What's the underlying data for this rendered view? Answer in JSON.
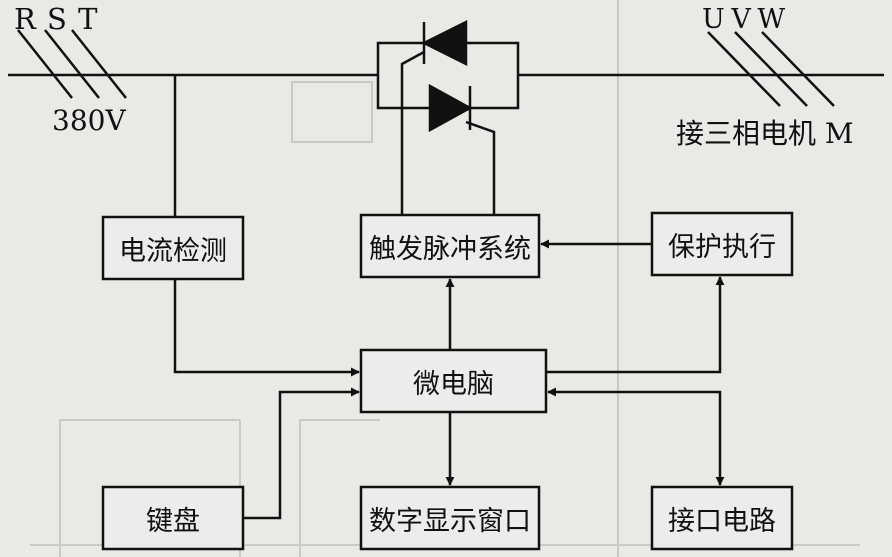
{
  "labels": {
    "input_phases": "R S T",
    "input_voltage": "380V",
    "output_phases": "U V W",
    "output_note": "接三相电机 M"
  },
  "blocks": {
    "current_detect": "电流检测",
    "trigger_pulse": "触发脉冲系统",
    "protection": "保护执行",
    "microcomputer": "微电脑",
    "keyboard": "键盘",
    "display": "数字显示窗口",
    "interface": "接口电路"
  },
  "colors": {
    "line": "#111111",
    "box_fill": "#ececea",
    "background": "#e9e9e6",
    "ghost": "#c9c9c5"
  }
}
